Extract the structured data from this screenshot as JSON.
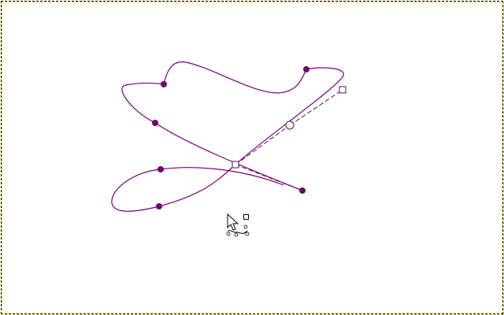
{
  "colors": {
    "path": "#7a007a",
    "anchor": "#6a0a6a",
    "handle": "#4a1a4a",
    "canvas_border": "#e6d800",
    "background": "#fefefe"
  },
  "tool": {
    "name": "paths-tool",
    "cursor_icon": "arrow-cursor-icon",
    "modifier_icon": "path-edit-modifier-icon"
  },
  "path": {
    "anchor_count": 7,
    "selected_anchor_count": 1,
    "active_handle_count": 2
  }
}
